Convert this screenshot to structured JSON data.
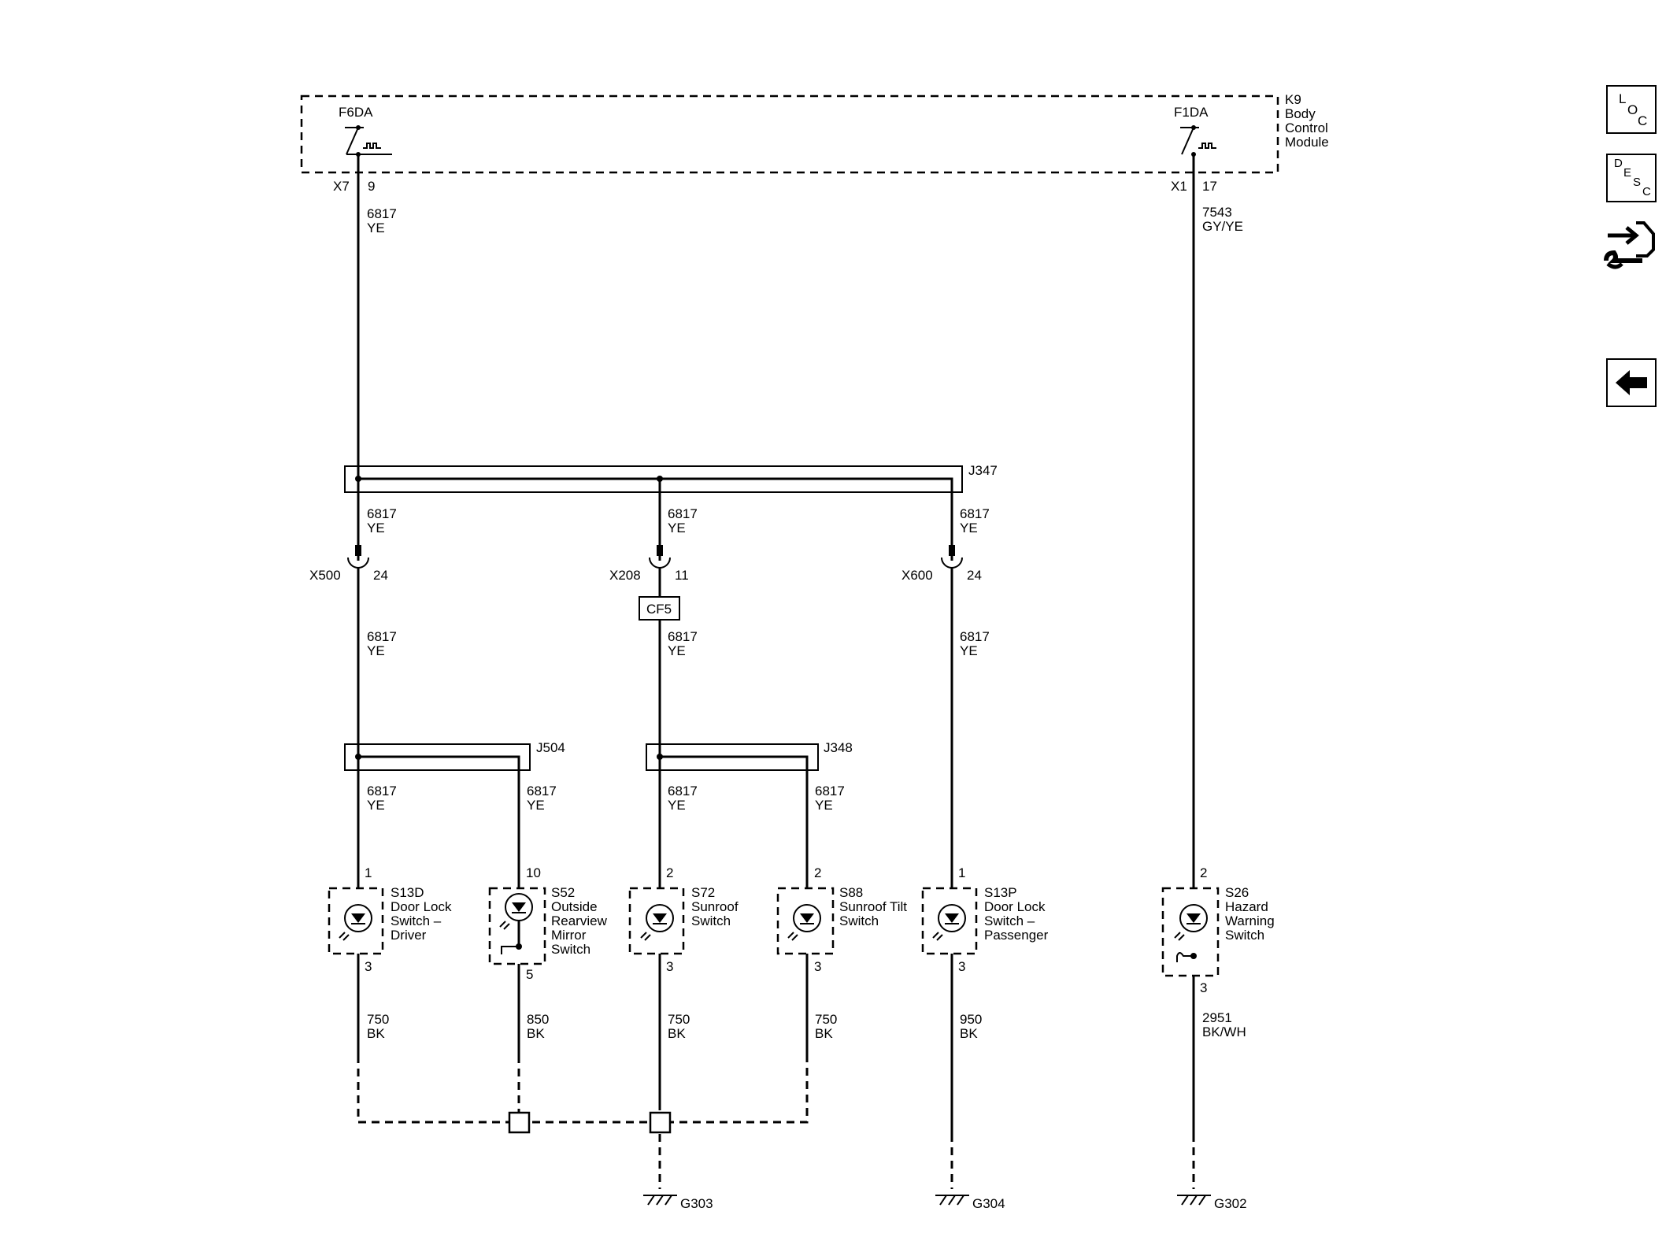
{
  "module": {
    "ref": "K9",
    "line1": "Body",
    "line2": "Control",
    "line3": "Module"
  },
  "drivers": [
    {
      "name": "F6DA",
      "connector": "X7",
      "pin": "9",
      "circuit": "6817",
      "color": "YE"
    },
    {
      "name": "F1DA",
      "connector": "X1",
      "pin": "17",
      "circuit": "7543",
      "color": "GY/YE"
    }
  ],
  "splices": {
    "j347": "J347",
    "j504": "J504",
    "j348": "J348"
  },
  "wire_6817": {
    "circuit": "6817",
    "color": "YE"
  },
  "inline_connectors": [
    {
      "name": "X500",
      "pin": "24"
    },
    {
      "name": "X208",
      "pin": "11"
    },
    {
      "name": "X600",
      "pin": "24"
    }
  ],
  "cf5": "CF5",
  "switches": [
    {
      "ref": "S13D",
      "desc": [
        "Door Lock",
        "Switch –",
        "Driver"
      ],
      "pin_top": "1",
      "pin_bottom": "3",
      "circuit": "750",
      "color": "BK"
    },
    {
      "ref": "S52",
      "desc": [
        "Outside",
        "Rearview",
        "Mirror",
        "Switch"
      ],
      "pin_top": "10",
      "pin_bottom": "5",
      "circuit": "850",
      "color": "BK"
    },
    {
      "ref": "S72",
      "desc": [
        "Sunroof",
        "Switch"
      ],
      "pin_top": "2",
      "pin_bottom": "3",
      "circuit": "750",
      "color": "BK"
    },
    {
      "ref": "S88",
      "desc": [
        "Sunroof Tilt",
        "Switch"
      ],
      "pin_top": "2",
      "pin_bottom": "3",
      "circuit": "750",
      "color": "BK"
    },
    {
      "ref": "S13P",
      "desc": [
        "Door Lock",
        "Switch –",
        "Passenger"
      ],
      "pin_top": "1",
      "pin_bottom": "3",
      "circuit": "950",
      "color": "BK"
    },
    {
      "ref": "S26",
      "desc": [
        "Hazard",
        "Warning",
        "Switch"
      ],
      "pin_top": "2",
      "pin_bottom": "3",
      "circuit": "2951",
      "color": "BK/WH"
    }
  ],
  "grounds": [
    "G303",
    "G304",
    "G302"
  ],
  "nav": {
    "loc": {
      "l1": "L",
      "l2": "O",
      "l3": "C"
    },
    "desc": {
      "l1": "D",
      "l2": "E",
      "l3": "S",
      "l4": "C"
    }
  }
}
